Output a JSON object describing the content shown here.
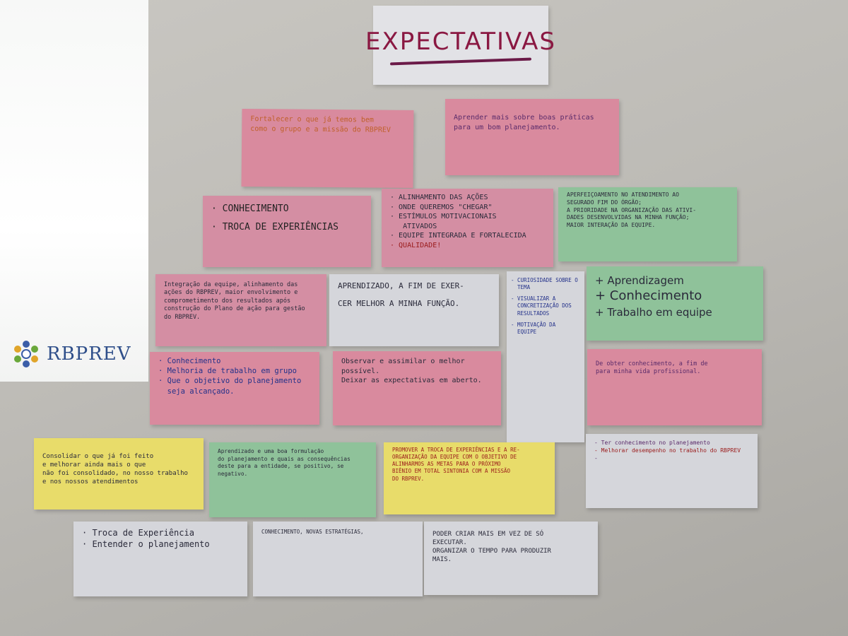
{
  "logo": {
    "text": "RBPREV"
  },
  "title": "EXPECTATIVAS",
  "notes": {
    "n1": {
      "lines": [
        "Fortalecer o que já temos bem",
        "como o grupo e a missão do RBPREV"
      ]
    },
    "n2": {
      "lines": [
        "Aprender mais sobre boas práticas",
        "para um bom planejamento."
      ]
    },
    "n3": {
      "lines": [
        "· CONHECIMENTO",
        "· TROCA DE EXPERIÊNCIAS"
      ]
    },
    "n4": {
      "lines": [
        "· ALINHAMENTO DAS AÇÕES",
        "· ONDE QUEREMOS \"CHEGAR\"",
        "· ESTÍMULOS MOTIVACIONAIS",
        "   ATIVADOS",
        "· EQUIPE INTEGRADA E FORTALECIDA",
        "· QUALIDADE!"
      ]
    },
    "n5": {
      "lines": [
        "APERFEIÇOAMENTO NO ATENDIMENTO AO",
        "SEGURADO FIM DO ÓRGÃO;",
        "A PRIORIDADE NA ORGANIZAÇÃO DAS ATIVI-",
        "DADES DESENVOLVIDAS NA MINHA FUNÇÃO;",
        "MAIOR INTERAÇÃO DA EQUIPE."
      ]
    },
    "n6": {
      "lines": [
        "Integração da equipe, alinhamento das",
        "ações do RBPREV, maior envolvimento e",
        "comprometimento dos resultados após",
        "construção do Plano de ação para gestão",
        "do RBPREV."
      ]
    },
    "n7": {
      "lines": [
        "APRENDIZADO, A FIM DE EXER-",
        "CER MELHOR A MINHA FUNÇÃO."
      ]
    },
    "n8": {
      "lines": [
        "- CURIOSIDADE SOBRE O",
        "  TEMA",
        "- VISUALIZAR A",
        "  CONCRETIZAÇÃO DOS",
        "  RESULTADOS",
        "- MOTIVAÇÃO DA",
        "  EQUIPE"
      ]
    },
    "n9": {
      "lines": [
        "+ Aprendizagem",
        "+ Conhecimento",
        "+ Trabalho em equipe"
      ]
    },
    "n10": {
      "lines": [
        "· Conhecimento",
        "· Melhoria de trabalho em grupo",
        "· Que o objetivo do planejamento",
        "  seja alcançado."
      ]
    },
    "n11": {
      "lines": [
        "Observar e assimilar o melhor",
        "possível.",
        "Deixar as expectativas em aberto."
      ]
    },
    "n12": {
      "lines": [
        "De obter conhecimento, a fim de",
        "para minha vida profissional."
      ]
    },
    "n13": {
      "lines": [
        "Consolidar o que já foi feito",
        "e melhorar ainda mais o que",
        "não foi consolidado, no nosso trabalho",
        "e nos nossos atendimentos"
      ]
    },
    "n14": {
      "lines": [
        "Aprendizado e uma boa formulação",
        "do planejamento e quais as consequências",
        "deste para a entidade, se positivo, se",
        "negativo."
      ]
    },
    "n15": {
      "lines": [
        "PROMOVER A TROCA DE EXPERIÊNCIAS E A RE-",
        "ORGANIZAÇÃO DA EQUIPE COM O OBJETIVO DE",
        "ALINHARMOS AS METAS PARA O PRÓXIMO",
        "BIÊNIO EM TOTAL SINTONIA COM A MISSÃO",
        "DO RBPREV."
      ]
    },
    "n16": {
      "lines": [
        "- Ter conhecimento no planejamento",
        "- Melhorar desempenho no trabalho do RBPREV",
        "-"
      ]
    },
    "n17": {
      "lines": [
        "· Troca de Experiência",
        "· Entender o planejamento"
      ]
    },
    "n18": {
      "lines": [
        "CONHECIMENTO, NOVAS ESTRATÉGIAS,"
      ]
    },
    "n19": {
      "lines": [
        "PODER CRIAR MAIS EM VEZ DE SÓ",
        "EXECUTAR.",
        "ORGANIZAR O TEMPO PARA PRODUZIR",
        "MAIS."
      ]
    }
  },
  "colors": {
    "pink": "#d98a9e",
    "green": "#8fc29a",
    "yellow": "#e8dc6a",
    "white": "#d5d6db",
    "title_ink": "#8a1842"
  }
}
